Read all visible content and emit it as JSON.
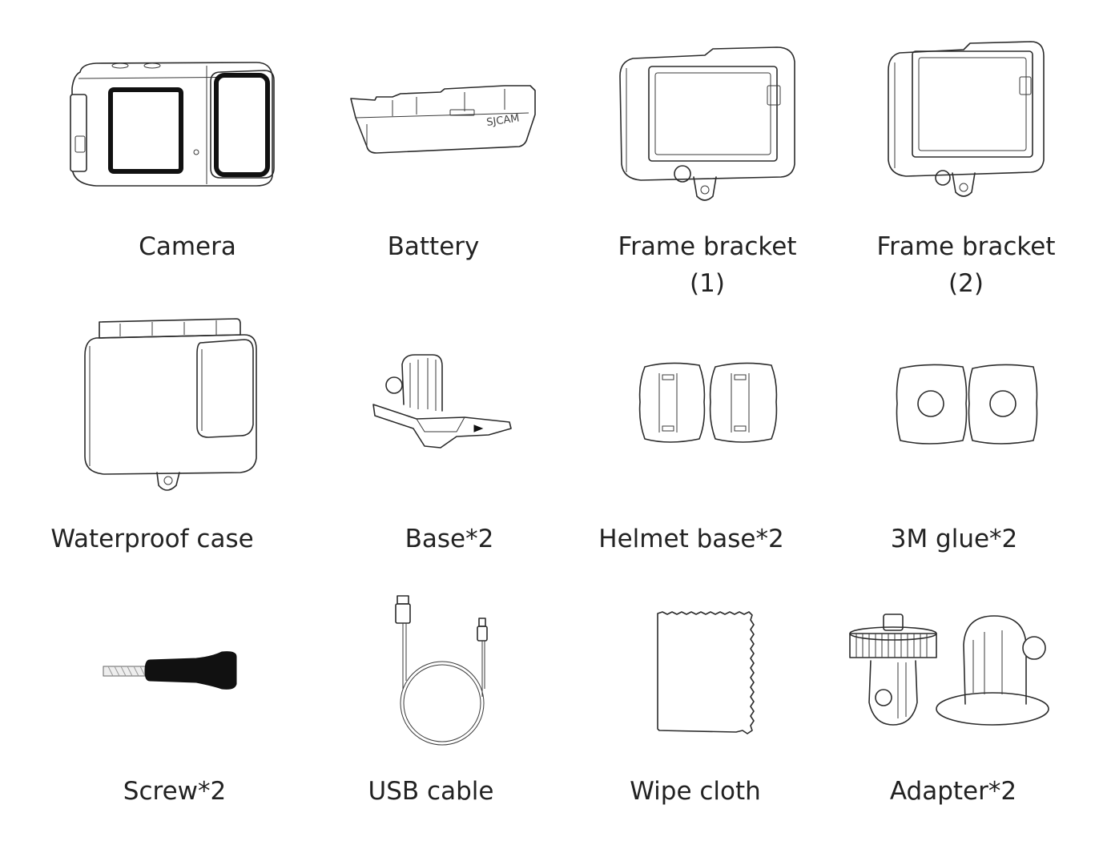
{
  "items": [
    {
      "name": "Camera",
      "label": [
        "Camera"
      ]
    },
    {
      "name": "Battery",
      "label": [
        "Battery"
      ],
      "logo_text": "SJCAM"
    },
    {
      "name": "Frame bracket 1",
      "label": [
        "Frame bracket",
        "(1)"
      ]
    },
    {
      "name": "Frame bracket 2",
      "label": [
        "Frame bracket",
        "(2)"
      ]
    },
    {
      "name": "Waterproof case",
      "label": [
        "Waterproof case"
      ]
    },
    {
      "name": "Base",
      "label": [
        "Base*2"
      ]
    },
    {
      "name": "Helmet base",
      "label": [
        "Helmet base*2"
      ]
    },
    {
      "name": "3M glue",
      "label": [
        "3M glue*2"
      ]
    },
    {
      "name": "Screw",
      "label": [
        "Screw*2"
      ]
    },
    {
      "name": "USB cable",
      "label": [
        "USB cable"
      ]
    },
    {
      "name": "Wipe cloth",
      "label": [
        "Wipe cloth"
      ]
    },
    {
      "name": "Adapter",
      "label": [
        "Adapter*2"
      ]
    }
  ],
  "colors": {
    "background": "#ffffff",
    "line": "#2b2b2b",
    "text": "#222222"
  }
}
